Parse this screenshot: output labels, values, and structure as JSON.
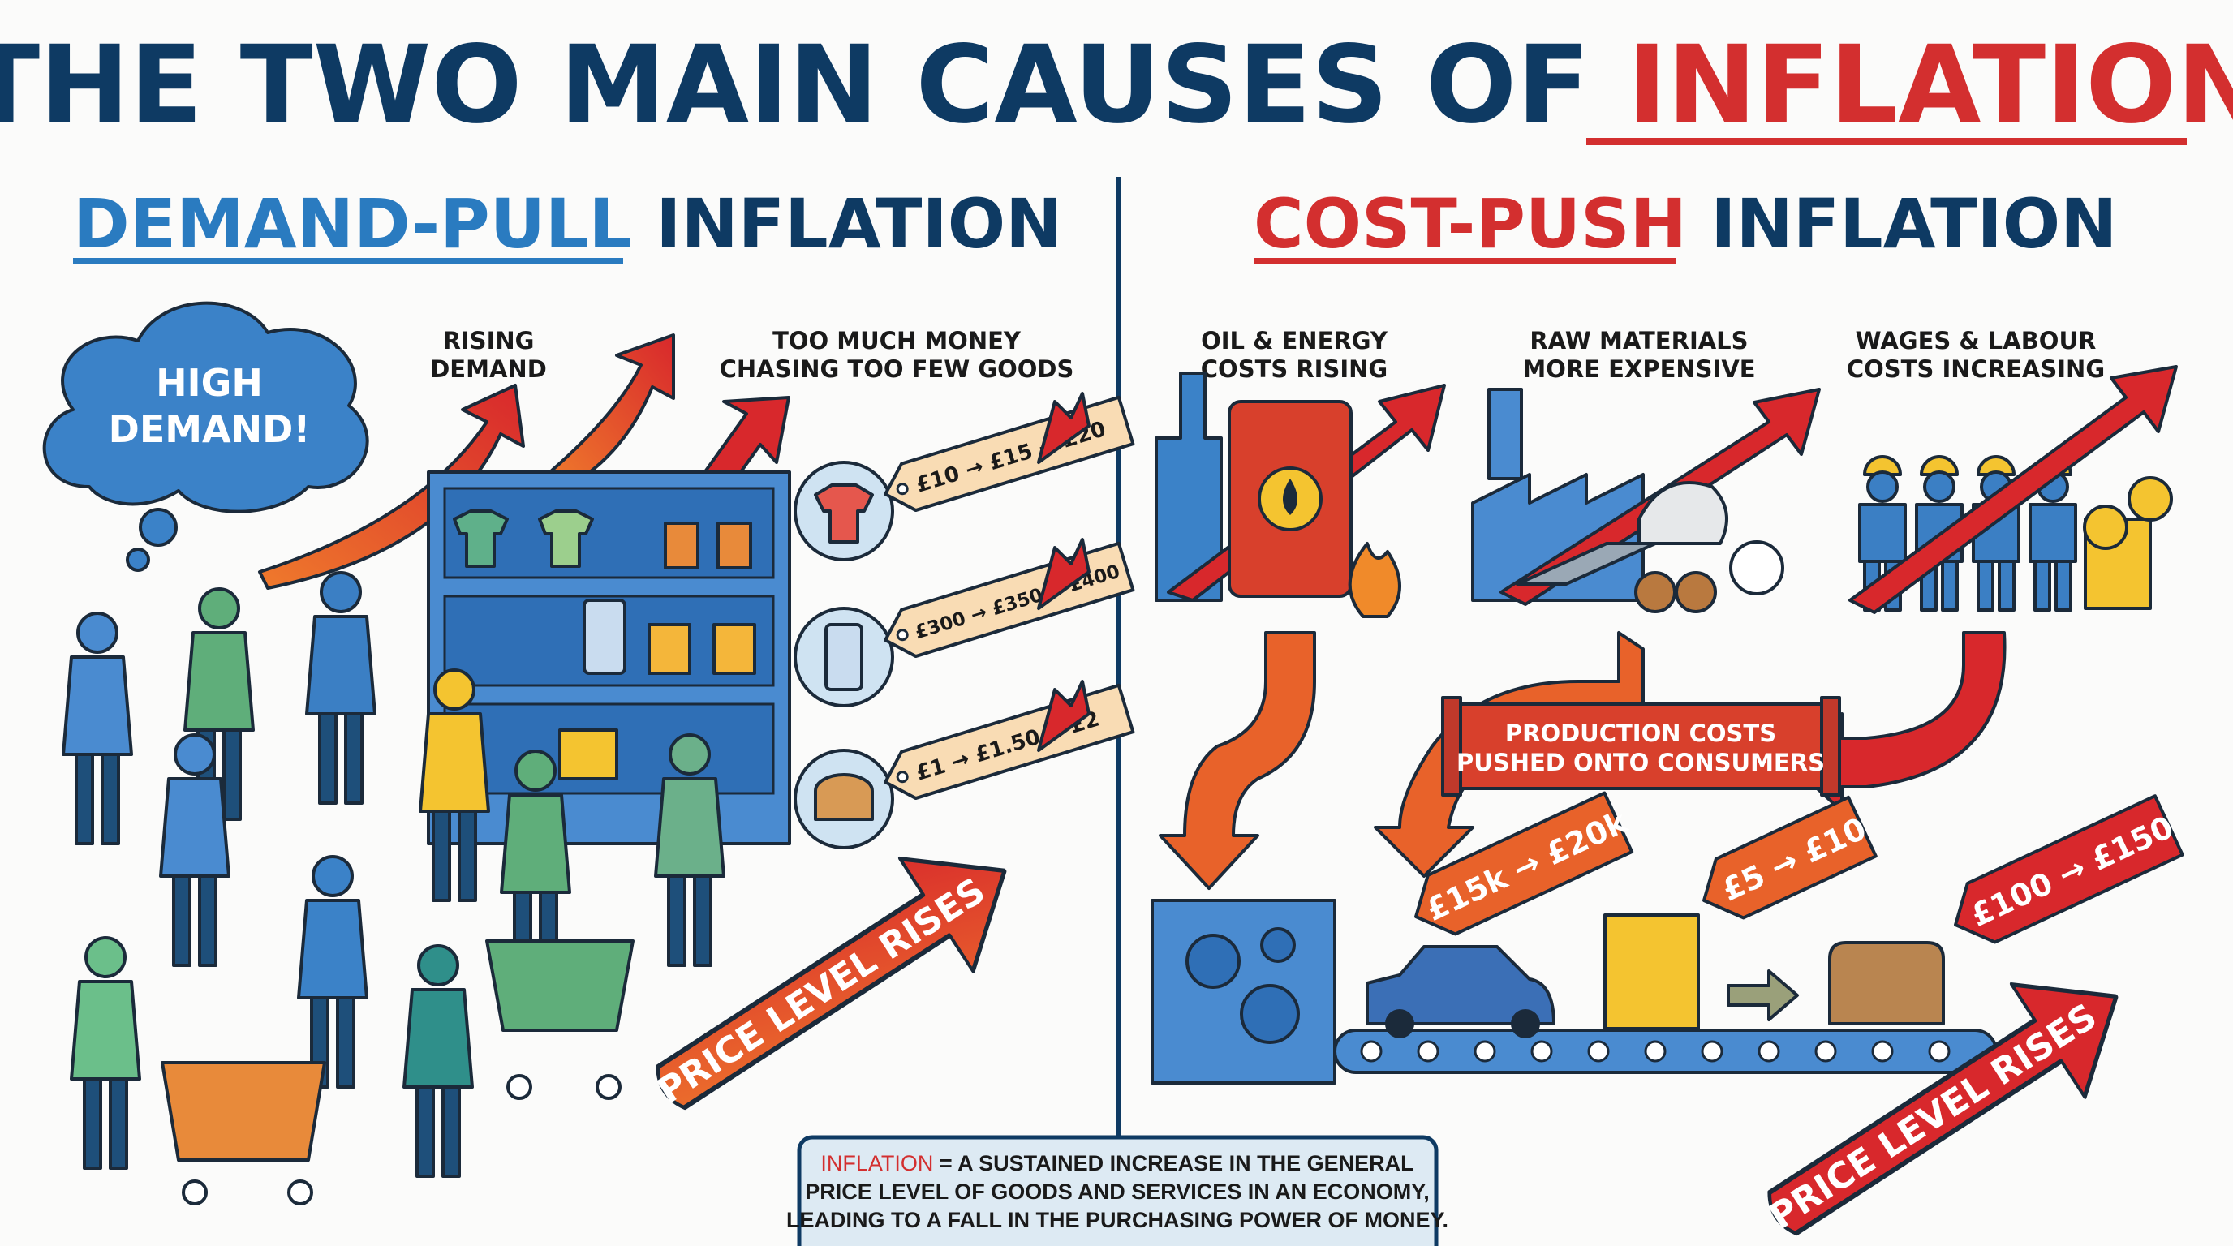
{
  "title": {
    "prefix": "THE TWO MAIN CAUSES OF ",
    "highlight": "INFLATION"
  },
  "colors": {
    "navy": "#0e3a63",
    "blue": "#2a7bc0",
    "red": "#d32f2f",
    "orange": "#e8622a",
    "tag": "#f9dcb4"
  },
  "demand_pull": {
    "heading_highlight": "DEMAND-PULL",
    "heading_rest": " INFLATION",
    "cloud": [
      "HIGH",
      "DEMAND!"
    ],
    "label_rising": [
      "RISING",
      "DEMAND"
    ],
    "label_money": [
      "TOO MUCH MONEY",
      "CHASING TOO FEW GOODS"
    ],
    "price_tags": [
      {
        "item_icon": "t-shirt-icon",
        "text": "£10 → £15 → £20"
      },
      {
        "item_icon": "smartphone-icon",
        "text": "£300 → £350 → £400"
      },
      {
        "item_icon": "bread-icon",
        "text": "£1 → £1.50 → £2"
      }
    ],
    "arrow_label": "PRICE LEVEL RISES"
  },
  "cost_push": {
    "heading_highlight": "COST-PUSH",
    "heading_rest": " INFLATION",
    "causes": [
      {
        "icon": "oil-barrel-icon",
        "label": [
          "OIL & ENERGY",
          "COSTS RISING"
        ]
      },
      {
        "icon": "factory-raw-materials-icon",
        "label": [
          "RAW MATERIALS",
          "MORE EXPENSIVE"
        ]
      },
      {
        "icon": "workers-coins-icon",
        "label": [
          "WAGES & LABOUR",
          "COSTS INCREASING"
        ]
      }
    ],
    "pipe_label": [
      "PRODUCTION COSTS",
      "PUSHED ONTO CONSUMERS"
    ],
    "product_tags": [
      {
        "item_icon": "car-icon",
        "text": "£15k → £20k"
      },
      {
        "item_icon": "food-box-icon",
        "text": "£5 → £10"
      },
      {
        "item_icon": "sofa-icon",
        "text": "£100 → £150"
      }
    ],
    "arrow_label": "PRICE LEVEL RISES"
  },
  "definition": {
    "term": "INFLATION",
    "line1": " = A SUSTAINED INCREASE IN THE GENERAL",
    "line2": "PRICE LEVEL OF GOODS AND SERVICES IN AN ECONOMY,",
    "line3": "LEADING TO A FALL IN THE PURCHASING POWER OF MONEY."
  }
}
